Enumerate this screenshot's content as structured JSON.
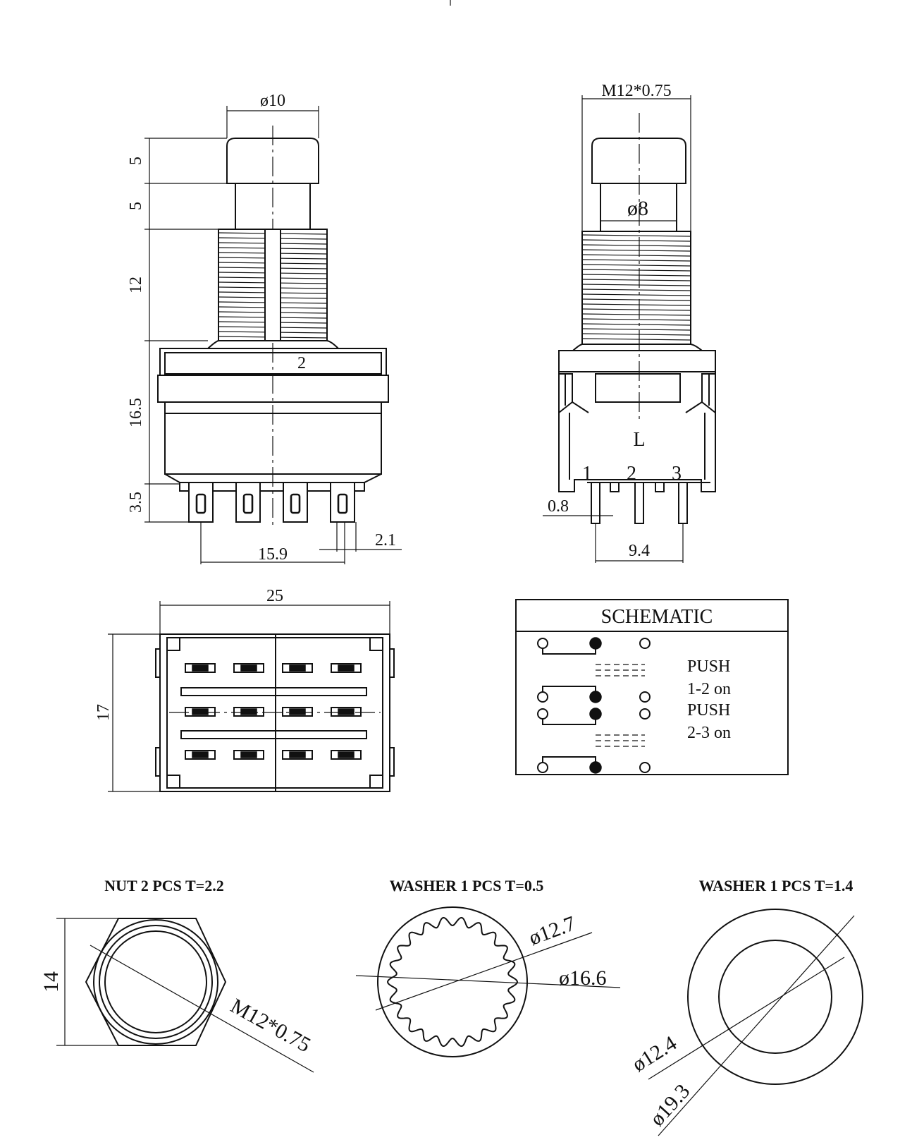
{
  "front_view": {
    "cap_diameter": "ø10",
    "cap_height": "5",
    "plunger_height": "5",
    "thread_length": "12",
    "slot_width": "2",
    "body_height": "16.5",
    "terminal_length": "3.5",
    "terminal_span": "15.9",
    "terminal_width": "2.1"
  },
  "side_view": {
    "thread_spec": "M12*0.75",
    "plunger_diameter": "ø8",
    "label_L": "L",
    "pin_1": "1",
    "pin_2": "2",
    "pin_3": "3",
    "pin_width": "0.8",
    "pin_pitch": "9.4"
  },
  "bottom_view": {
    "width": "25",
    "depth": "17"
  },
  "schematic": {
    "title": "SCHEMATIC",
    "line1": "PUSH",
    "line2": "1-2 on",
    "line3": "PUSH",
    "line4": "2-3 on"
  },
  "nut": {
    "title": "NUT 2 PCS T=2.2",
    "across_flats": "14",
    "thread": "M12*0.75"
  },
  "washer_toothed": {
    "title": "WASHER 1 PCS T=0.5",
    "inner": "ø12.7",
    "outer": "ø16.6"
  },
  "washer_flat": {
    "title": "WASHER 1 PCS T=1.4",
    "inner": "ø12.4",
    "outer": "ø19.3"
  }
}
